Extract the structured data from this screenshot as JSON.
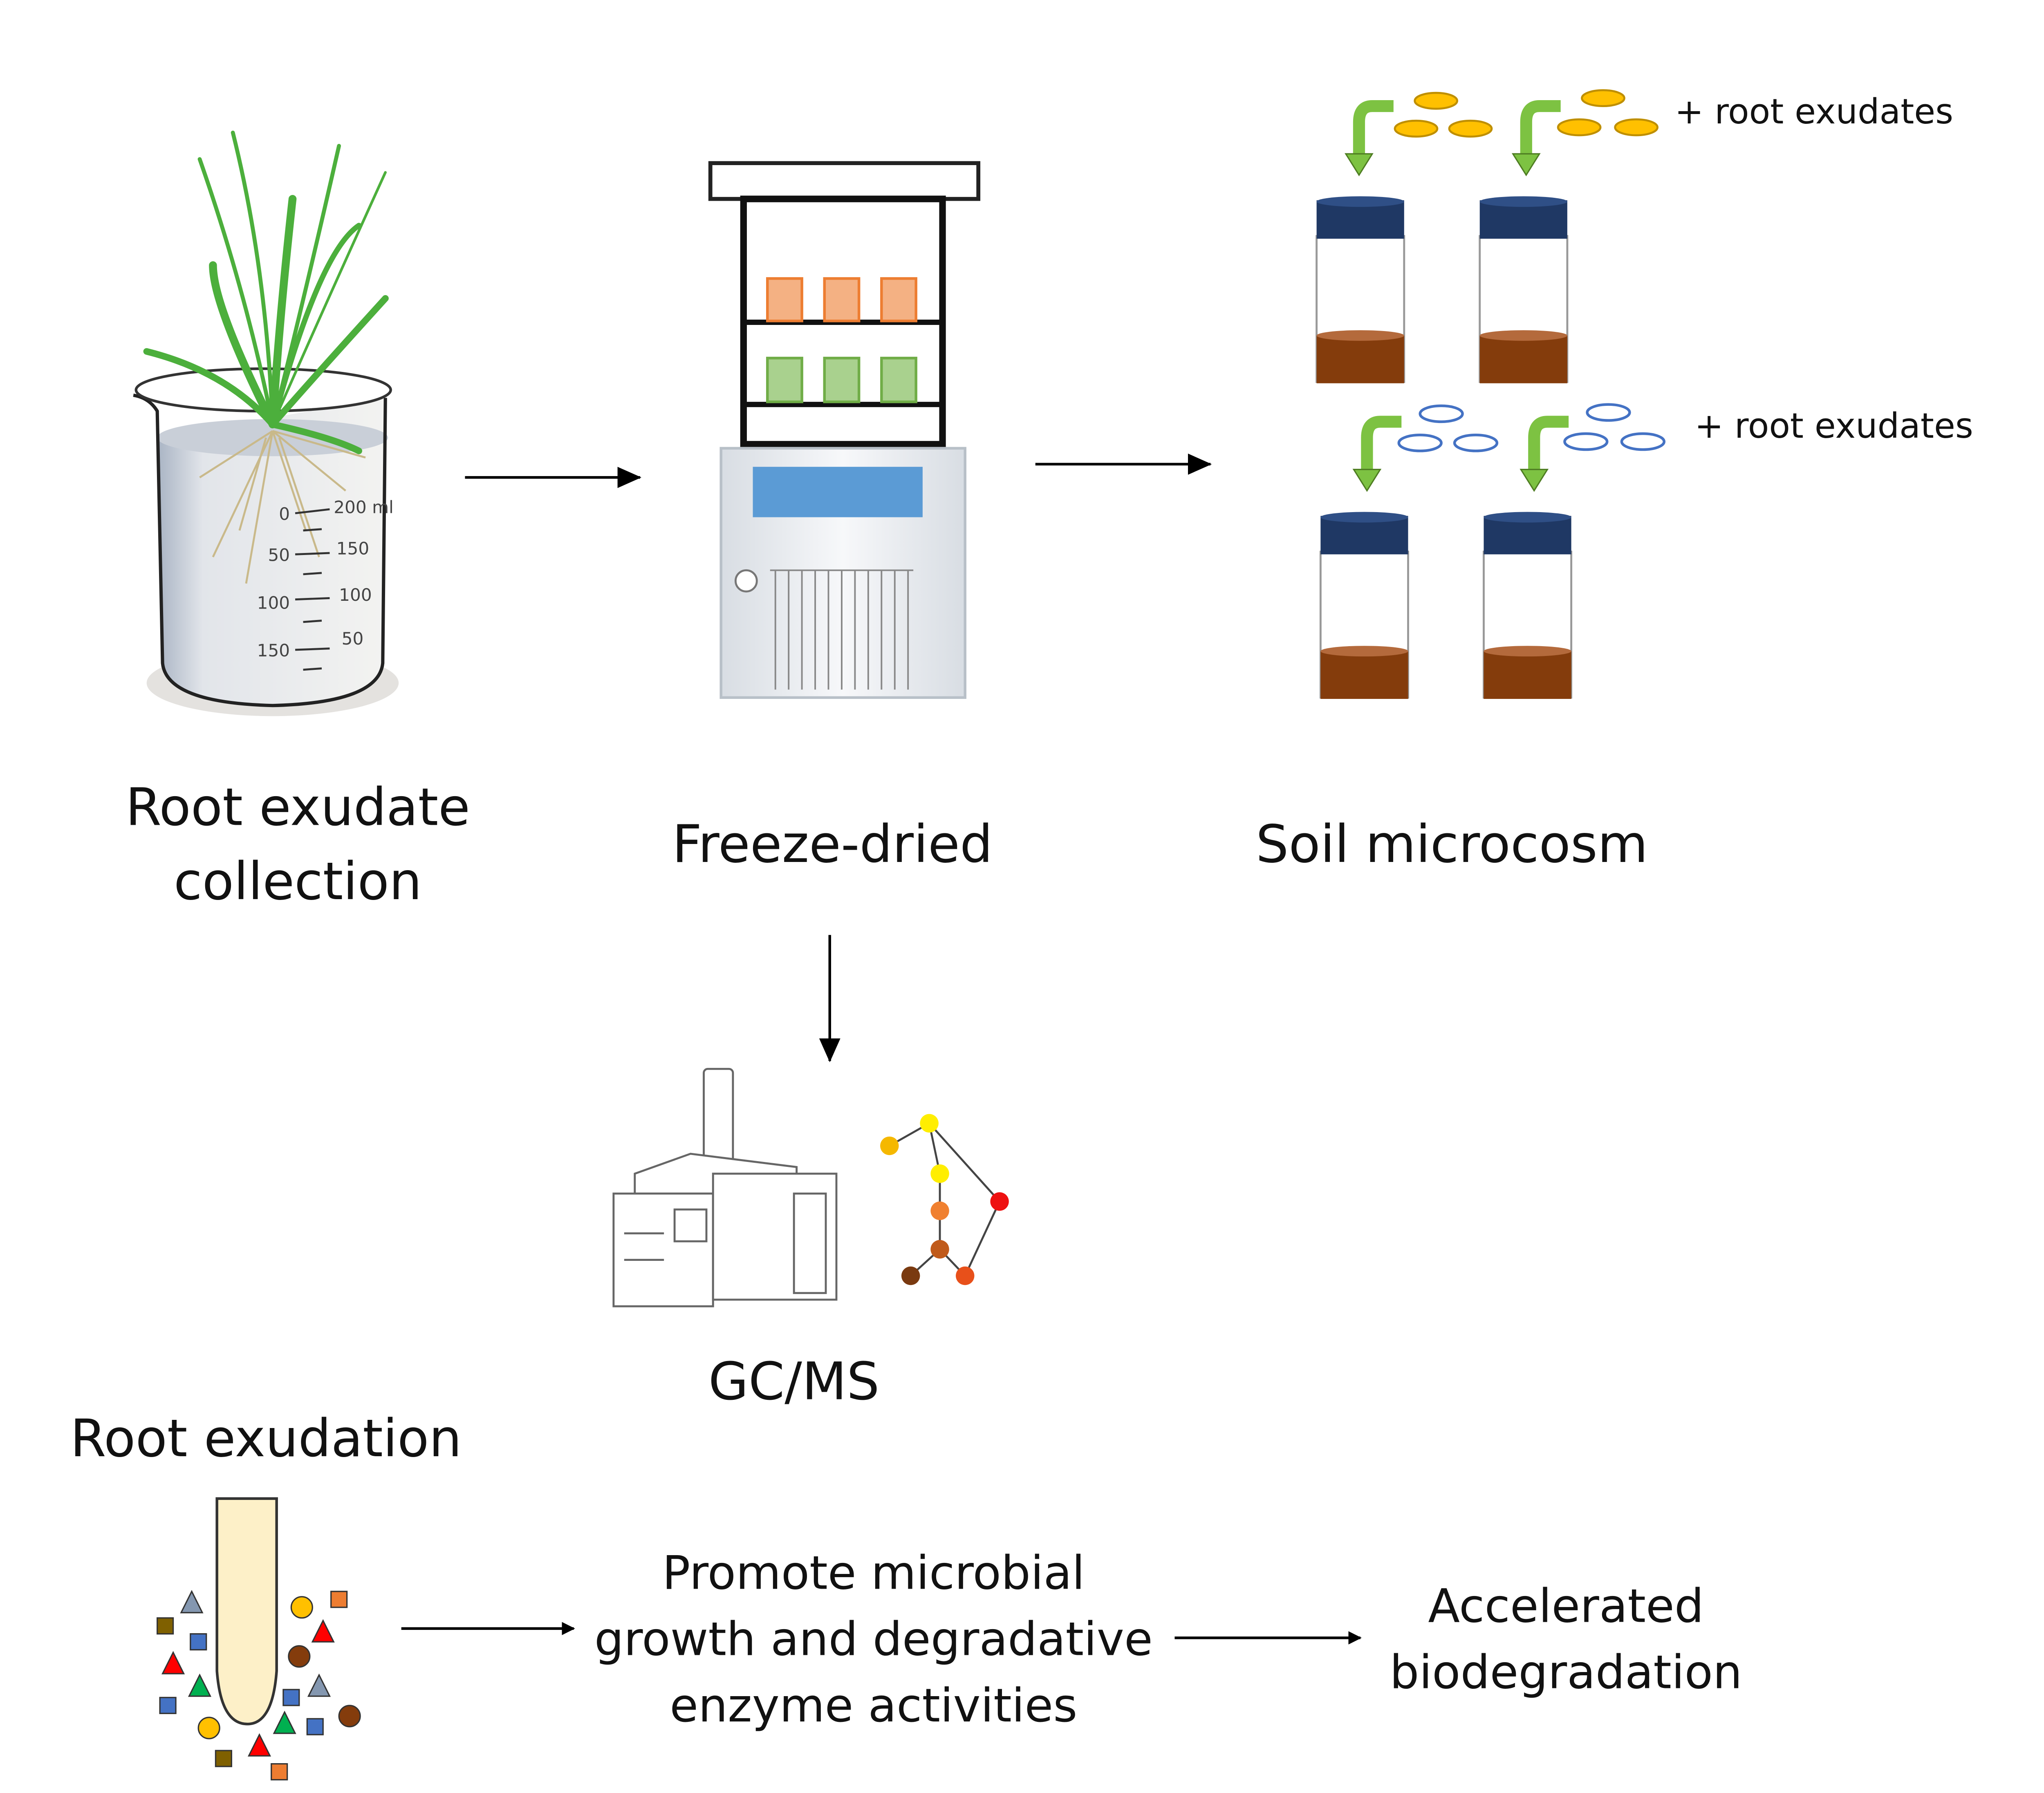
{
  "steps": {
    "collection": {
      "line1": "Root exudate",
      "line2": "collection"
    },
    "freeze_dried": "Freeze-dried",
    "soil_microcosm": "Soil microcosm",
    "gcms": "GC/MS",
    "root_exudation": "Root exudation",
    "promote": {
      "line1": "Promote microbial",
      "line2": "growth and degradative",
      "line3": "enzyme activities"
    },
    "accelerated": {
      "line1": "Accelerated",
      "line2": "biodegradation"
    }
  },
  "microcosm": {
    "treatment_label_1": "+ root exudates",
    "treatment_label_2": "+ root exudates"
  },
  "beaker_scale": {
    "left": [
      "0",
      "50",
      "100",
      "150"
    ],
    "right": [
      "200 ml",
      "150",
      "100",
      "50"
    ]
  },
  "colors": {
    "arrow": "#000000",
    "green_arrow": "#7dc242",
    "vial_cap": "#1f3864",
    "soil": "#843c0c",
    "exudate_yellow": "#ffc000",
    "exudate_blue": "#4472c4",
    "dryer_screen": "#5b9bd5",
    "root": "#fdf0c8"
  }
}
